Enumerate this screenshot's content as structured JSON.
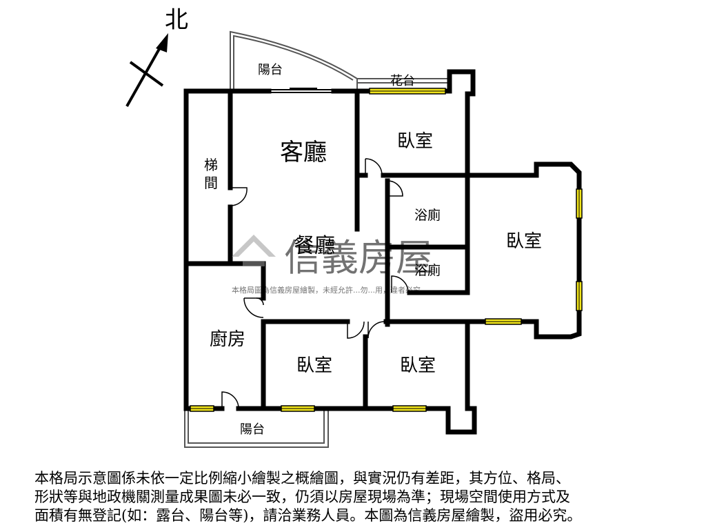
{
  "compass": {
    "label": "北"
  },
  "rooms": {
    "balcony_top": "陽台",
    "planter": "花台",
    "living_room": "客廳",
    "bedroom_ne": "臥室",
    "stairwell_line1": "梯",
    "stairwell_line2": "間",
    "bath_upper": "浴廁",
    "bath_lower": "浴廁",
    "dining_room": "餐廳",
    "bedroom_east": "臥室",
    "kitchen": "廚房",
    "bedroom_s1": "臥室",
    "bedroom_s2": "臥室",
    "balcony_bottom": "陽台"
  },
  "watermark": {
    "brand": "信義房屋",
    "fine_print": "本格局圖為信義房屋繪製，未經允許...勿...用，違者必究"
  },
  "disclaimer": {
    "line1": "本格局示意圖係未依一定比例縮小繪製之概繪圖，與實況仍有差距，其方位、格局、",
    "line2": "形狀等與地政機關測量成果圖未必一致，仍須以房屋現場為準；現場空間使用方式及",
    "line3": "面積有無登記(如：露台、陽台等)，請洽業務人員。本圖為信義房屋繪製，盜用必究。"
  },
  "colors": {
    "wall": "#000000",
    "window_fill": "#f2e51a",
    "watermark": "#9a9a9a"
  }
}
